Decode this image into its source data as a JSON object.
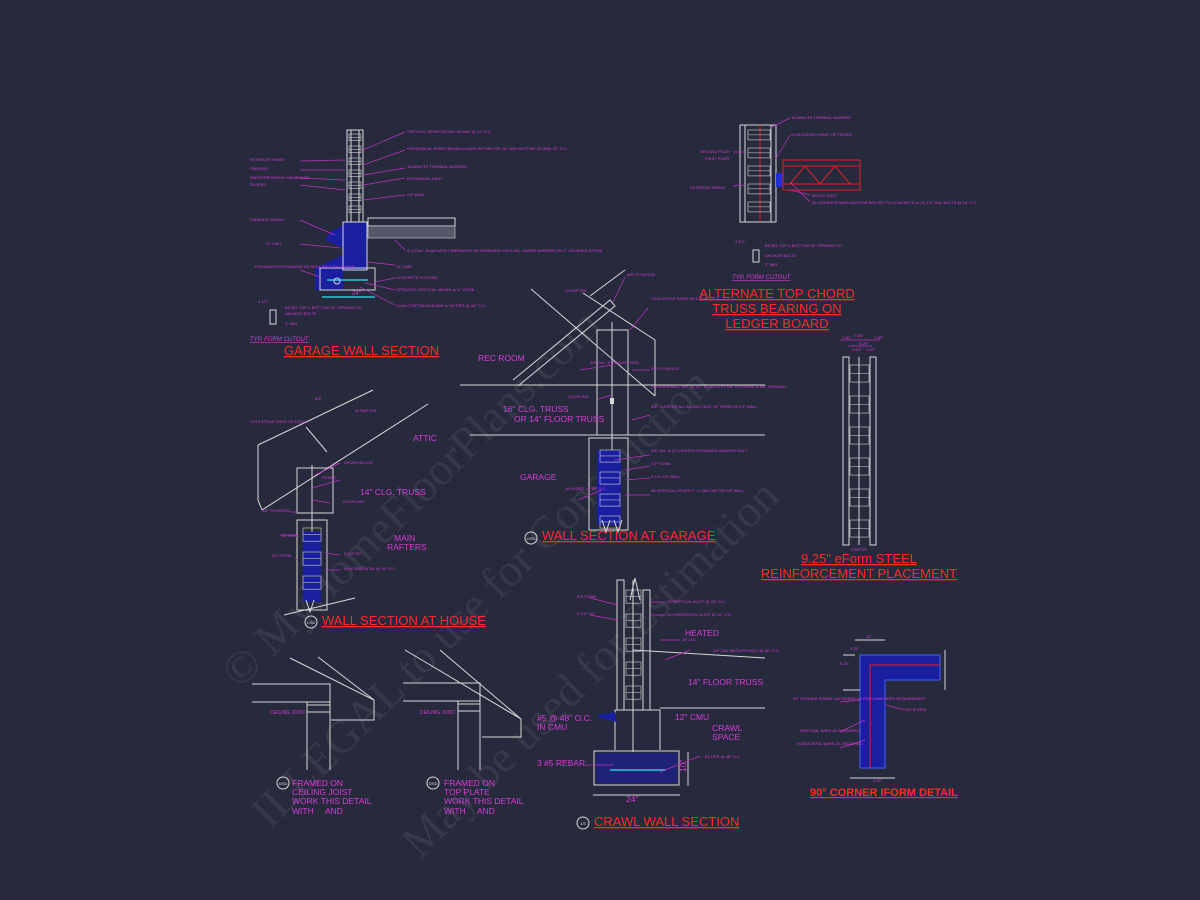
{
  "watermark": {
    "line1": "© MyHomeFloorPlans.com",
    "line2": "ILLEGAL to use for Construction",
    "line3": "May be used for Estimation"
  },
  "details": {
    "garage_wall": {
      "title": "GARAGE WALL SECTION",
      "cutout": "TYP. FORM CUTOUT",
      "footing_width": "24\"",
      "notes": [
        "VERTICAL REINFORCING #5 BAR @ 24\" O.C.",
        "HORIZONTAL REINFORCING #4 BAR WITHIN TOP 16\" AND BOTTOM 16\" AND 32\" O.C.",
        "15-MINUTE THERMAL BARRIER",
        "EXPANSION JOINT",
        "ICF WALL",
        "EXTERIOR FINISH",
        "PARGING",
        "WATERPROOFING MEMBRANE",
        "SLOPED",
        "FINISHED GRADE",
        "12\" CMU",
        "FOUNDATION DRAINAGE AS REQUIRED BY DESIGN",
        "4\" CONC. SLAB WITH FIBERMESH OR WIREMESH ON 6 MIL. VAPOR BARRIER ON 4\" CRUSHED STONE",
        "12\" CMU",
        "CONCRETE FOOTING",
        "STRAIGHT VERTICAL #5 BAR w/ 4\" HOOK",
        "(2) #4 CONTINUOUS BAR w/ #4 TIES @ 48\" O.C.",
        "4 1/2\"",
        "BEVEL TOP & BOTTOM OF OPENING 45°",
        "ANCHOR BOLTS",
        "3\" MIN."
      ]
    },
    "ledger": {
      "title_lines": [
        "ALTERNATE TOP CHORD",
        "TRUSS BEARING ON",
        "LEDGER BOARD"
      ],
      "cutout": "TYP. FORM CUTOUT",
      "notes": [
        "15-MINUTE THERMAL BARRIER",
        "2x BLOCKING (PART OF TRUSS)",
        "SECOND POUR",
        "FIRST POUR",
        "EXTERIOR FINISH",
        "WOOD JOIST",
        "2x LEDGER BOARD ANCHOR BOLTED TO CONCRETE w/ (2) 1/2\" DIA. BOLTS @ 24\" O.C.",
        "4 1/2\"",
        "BEVEL TOP & BOTTOM OF OPENING 45°",
        "ANCHOR BOLTS",
        "3\" MIN."
      ]
    },
    "wall_garage": {
      "title": "WALL SECTION AT GARAGE",
      "ref": "2/SD",
      "labels": [
        "REC ROOM",
        "16\" CLG. TRUSS",
        "OR 14\" FLOOR TRUSS",
        "GARAGE"
      ],
      "notes": [
        "5/8\" PLYWOOD",
        "2x RAFTER",
        "CS16 STRAP OVER OR EQUAL",
        "5/8\" DIA. THREADED ROD",
        "5/8\" PLYWOOD",
        "2x4 KNEEWALL SET IN 1/2\" TO ACCEPT 5/8\" PLYWOOD & 5/8\" DRYWALL",
        "COUPLING",
        "5/8\" SLEEPER ALL ALONG FACE OF FORM OF ICF WALL",
        "5/8\" DIA. 8-12\" LENGTH THREADED ANCHOR BOLT",
        "ICF FORM",
        "9 1/4\" ICF WALL",
        "#4 HORIZ. @ 16\" O.C.",
        "#5 VERTICAL STOPS 2\" +/- BELOW TOP OF WALL"
      ]
    },
    "eform": {
      "title_lines": [
        "9.25\" eForm STEEL",
        "REINFORCEMENT PLACEMENT"
      ],
      "dims": [
        "9.25\"",
        "1.00\"",
        "5.25\"",
        "1.00\"",
        "2.63\"",
        "2.63\""
      ],
      "center": "CENTER"
    },
    "wall_house": {
      "title": "WALL SECTION AT HOUSE",
      "ref": "1/SD",
      "labels": [
        "ATTIC",
        "14\" CLG. TRUSS",
        "MAIN",
        "RAFTERS"
      ],
      "notes": [
        "5/8\"",
        "2x RAFTER",
        "CS16 STRAP OVER OR EQUAL",
        "CRUSH BLOCK",
        "REBAR",
        "COUPLING",
        "5/8\" PLYWOOD",
        "#5 VERT.",
        "ICF FORM",
        "9 1/4\" ICF",
        "#4 HORIZONTAL @ 16\" O.C."
      ]
    },
    "framed_ceiling": {
      "ref": "4/SD",
      "joist": "CEILING JOIST",
      "lines": [
        "FRAMED ON",
        "CEILING JOIST",
        "WORK THIS DETAIL",
        "WITH",
        "AND"
      ]
    },
    "framed_plate": {
      "ref": "3/SD",
      "joist": "CEILING JOIST",
      "lines": [
        "FRAMED ON",
        "TOP PLATE",
        "WORK THIS DETAIL",
        "WITH",
        "AND"
      ]
    },
    "crawl": {
      "title": "CRAWL WALL SECTION",
      "ref": "1/3",
      "labels": [
        "HEATED",
        "14\" FLOOR TRUSS",
        "12\" CMU",
        "CRAWL",
        "SPACE",
        "3 #5 REBAR",
        "#5 @ 48\" O.C.",
        "IN CMU",
        "24\"",
        "10\""
      ],
      "notes": [
        "ICF FORM",
        "9 1/4\" ICF",
        "#5 VERTICAL IN ICF @ 24\" O.C.",
        "#4 HORIZONTAL IN ICF @ 16\" O.C.",
        "14\" LVL",
        "1/2\" DIA. ANCHOR BOLT @ 48\" O.C.",
        "#3 TIES @ 48\" O.C."
      ]
    },
    "corner": {
      "title": "90° CORNER IFORM DETAIL",
      "notes": [
        "90° CORNER REBAR LAP REBAR AS PER EMBEDDED REQUIREMENT",
        "VERTICAL BARS AS REQUIRED",
        "HORIZONTAL BARS AS REQUIRED",
        "90° IFORM"
      ],
      "dims": [
        "12\"",
        "4.25\"",
        "9.25\"",
        "4.25\""
      ]
    }
  },
  "colors": {
    "background": "#262a3c",
    "title": "#ff2a2a",
    "annotation": "#d93cd9",
    "linework": "#d8d8d8",
    "concrete": "#1a1fa0",
    "rebar": "#28c8d8"
  }
}
